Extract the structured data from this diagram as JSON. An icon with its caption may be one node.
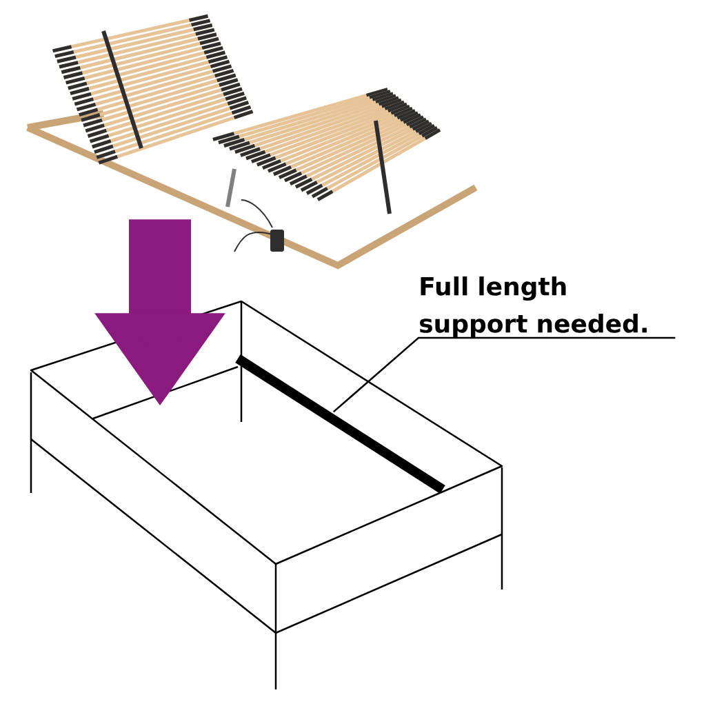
{
  "diagram": {
    "nodes": [
      {
        "text": [],
        "shape": "picture"
      },
      {
        "text": [],
        "shape": "box"
      },
      {
        "text": [
          "Full length support needed."
        ]
      },
      {
        "text": [],
        "shape": "bar",
        "in": 1
      }
    ],
    "edges": [
      {
        "from": 0,
        "to": 1,
        "arrow": "to",
        "style": "thick",
        "color": "#8b1a7f"
      },
      {
        "from": 2,
        "to": 3,
        "arrow": "none",
        "color": "#000000"
      }
    ]
  }
}
